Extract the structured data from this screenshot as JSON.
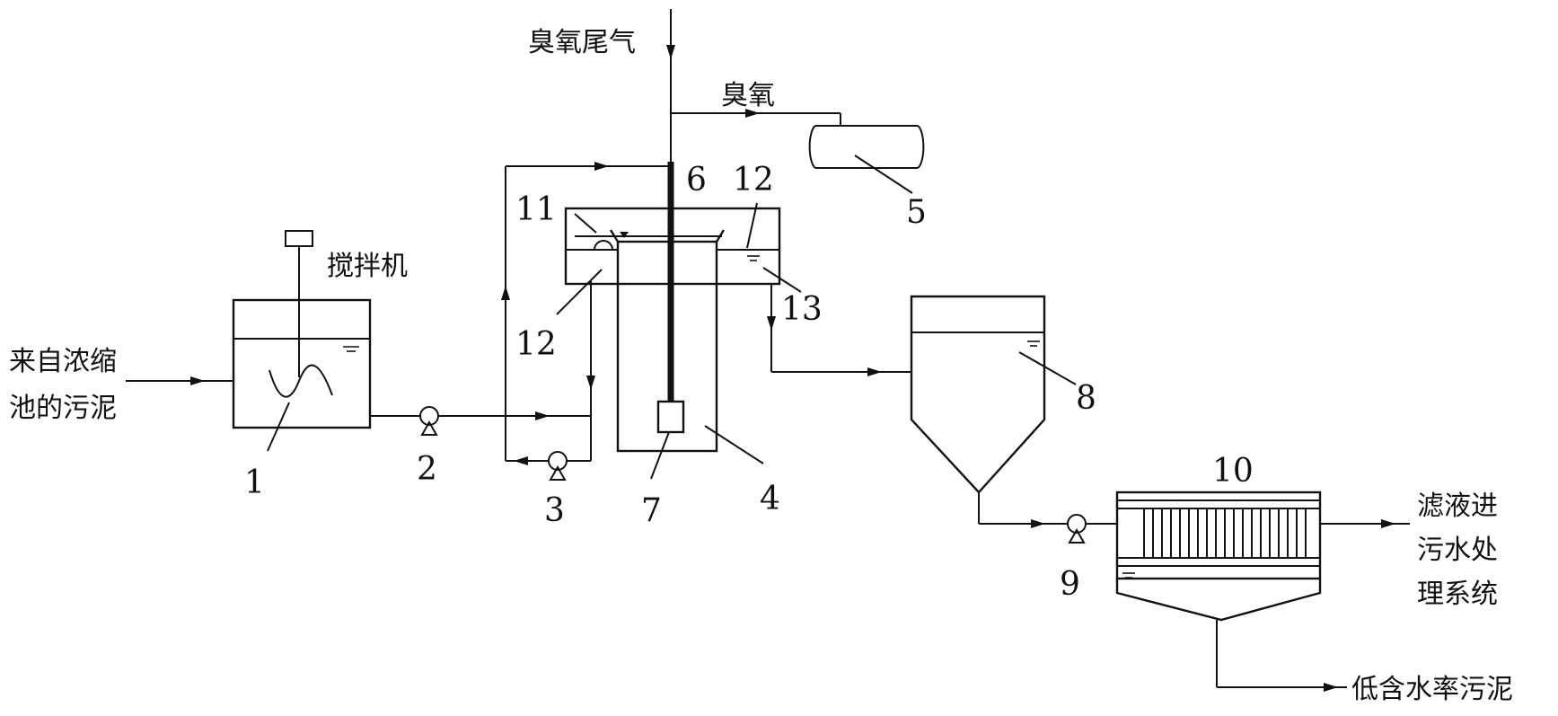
{
  "labels": {
    "ozone_tail_gas": "臭氧尾气",
    "ozone": "臭氧",
    "agitator": "搅拌机",
    "inlet_line1": "来自浓缩",
    "inlet_line2": "池的污泥",
    "filtrate_line1": "滤液进",
    "filtrate_line2": "污水处",
    "filtrate_line3": "理系统",
    "low_moisture_sludge": "低含水率污泥"
  },
  "numbers": {
    "n1": "1",
    "n2": "2",
    "n3": "3",
    "n4": "4",
    "n5": "5",
    "n6": "6",
    "n7": "7",
    "n8": "8",
    "n9": "9",
    "n10": "10",
    "n11": "11",
    "n12a": "12",
    "n12b": "12",
    "n13": "13"
  }
}
